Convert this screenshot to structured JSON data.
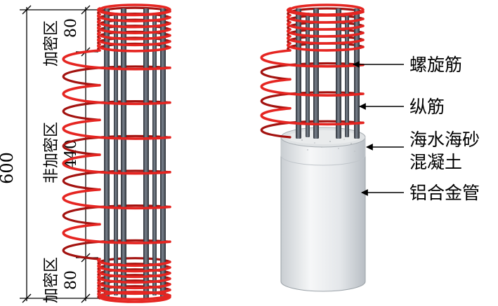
{
  "dimensions": {
    "total": "600",
    "top_zone": {
      "name": "加密区",
      "value": "80"
    },
    "middle_zone": {
      "name": "非加密区",
      "value": "440"
    },
    "bottom_zone": {
      "name": "加密区",
      "value": "80"
    }
  },
  "callouts": [
    {
      "id": "spiral",
      "lines": [
        "螺旋筋"
      ]
    },
    {
      "id": "longitudinal",
      "lines": [
        "纵筋"
      ]
    },
    {
      "id": "concrete",
      "lines": [
        "海水海砂",
        "混凝土"
      ]
    },
    {
      "id": "tube",
      "lines": [
        "铝合金管"
      ]
    }
  ],
  "colors": {
    "spiral": "#e52521",
    "spiral_dark": "#a3120f",
    "rebar": "#3a3f47",
    "rebar_light": "#7c8590",
    "tube": "#e9ecee",
    "dimension": "#000000"
  }
}
